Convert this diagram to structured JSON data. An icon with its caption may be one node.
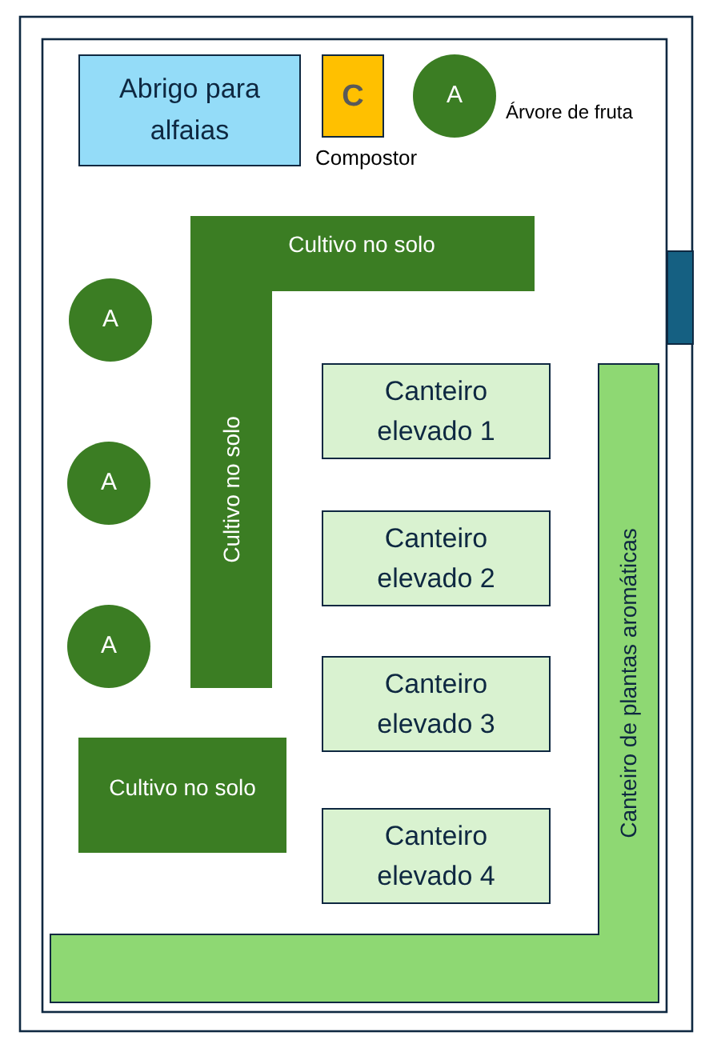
{
  "diagram": {
    "nodes": [
      {
        "text": [
          "Abrigo para alfaias"
        ]
      },
      {
        "text": [
          "C"
        ],
        "beside": [
          "Compostor"
        ]
      },
      {
        "text": [
          "A"
        ],
        "beside": [
          "Árvore de fruta"
        ]
      },
      {
        "text": [
          "Cultivo no solo",
          "Cultivo no solo"
        ]
      },
      {
        "text": [
          "A"
        ]
      },
      {
        "text": [
          "Canteiro elevado 1"
        ]
      },
      {
        "text": [
          "Canteiro de plantas aromáticas"
        ]
      },
      {
        "text": [
          "A"
        ]
      },
      {
        "text": [
          "Canteiro elevado 2"
        ]
      },
      {
        "text": [
          "A"
        ]
      },
      {
        "text": [
          "Canteiro elevado 3"
        ]
      },
      {
        "text": [
          "Cultivo no solo"
        ]
      },
      {
        "text": [
          "Canteiro elevado 4"
        ]
      }
    ]
  }
}
